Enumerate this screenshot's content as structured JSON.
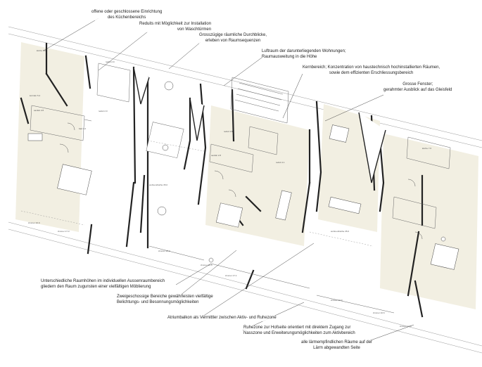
{
  "annotations": [
    {
      "id": "kitchen",
      "text": "offene oder geschlossene Einrichtung\ndes Küchenbereichs"
    },
    {
      "id": "reduits",
      "text": "Reduits mit Möglichkeit zur Installation\nvon Waschtürmen"
    },
    {
      "id": "views",
      "text": "Grosszügige räumliche Durchblicke,\nerleben von Raumsequenzen"
    },
    {
      "id": "luftraum",
      "text": "Luftraum der darunterliegenden Wohnungen;\nRaumausweitung in die Höhe"
    },
    {
      "id": "kernbereich",
      "text": "Kernbereich; Konzentration von haustechnisch hochinstallierten Räumen,\nsowie dem effizienten Erschliessungsbereich"
    },
    {
      "id": "fenster",
      "text": "Grosse Fenster;\ngerahmter Ausblick auf das Gleisfeld"
    },
    {
      "id": "raumhoehen",
      "text": "Unterschiedliche Raumhöhen im individuellen Aussenraumbereich\ngliedern den Raum zugunsten einer vielfältigen Möblierung"
    },
    {
      "id": "zweigeschossig",
      "text": "Zweigeschossige Bereiche gewährleisten vielfältige\nBelichtungs- und Besonnungsmöglichkeiten"
    },
    {
      "id": "atrium",
      "text": "Atriumbalkon als Vermittler zwischen Aktiv- und Ruhezone"
    },
    {
      "id": "ruhezone",
      "text": "Ruhezone zur Hofseite orientiert mit direktem Zugang zur\nNasszone und Erweiterungsmöglichkeiten zum Aktivbereich"
    },
    {
      "id": "laerm",
      "text": "alle lärmempfindlichen Räume auf der\nLärm abgewandten Seite"
    }
  ]
}
